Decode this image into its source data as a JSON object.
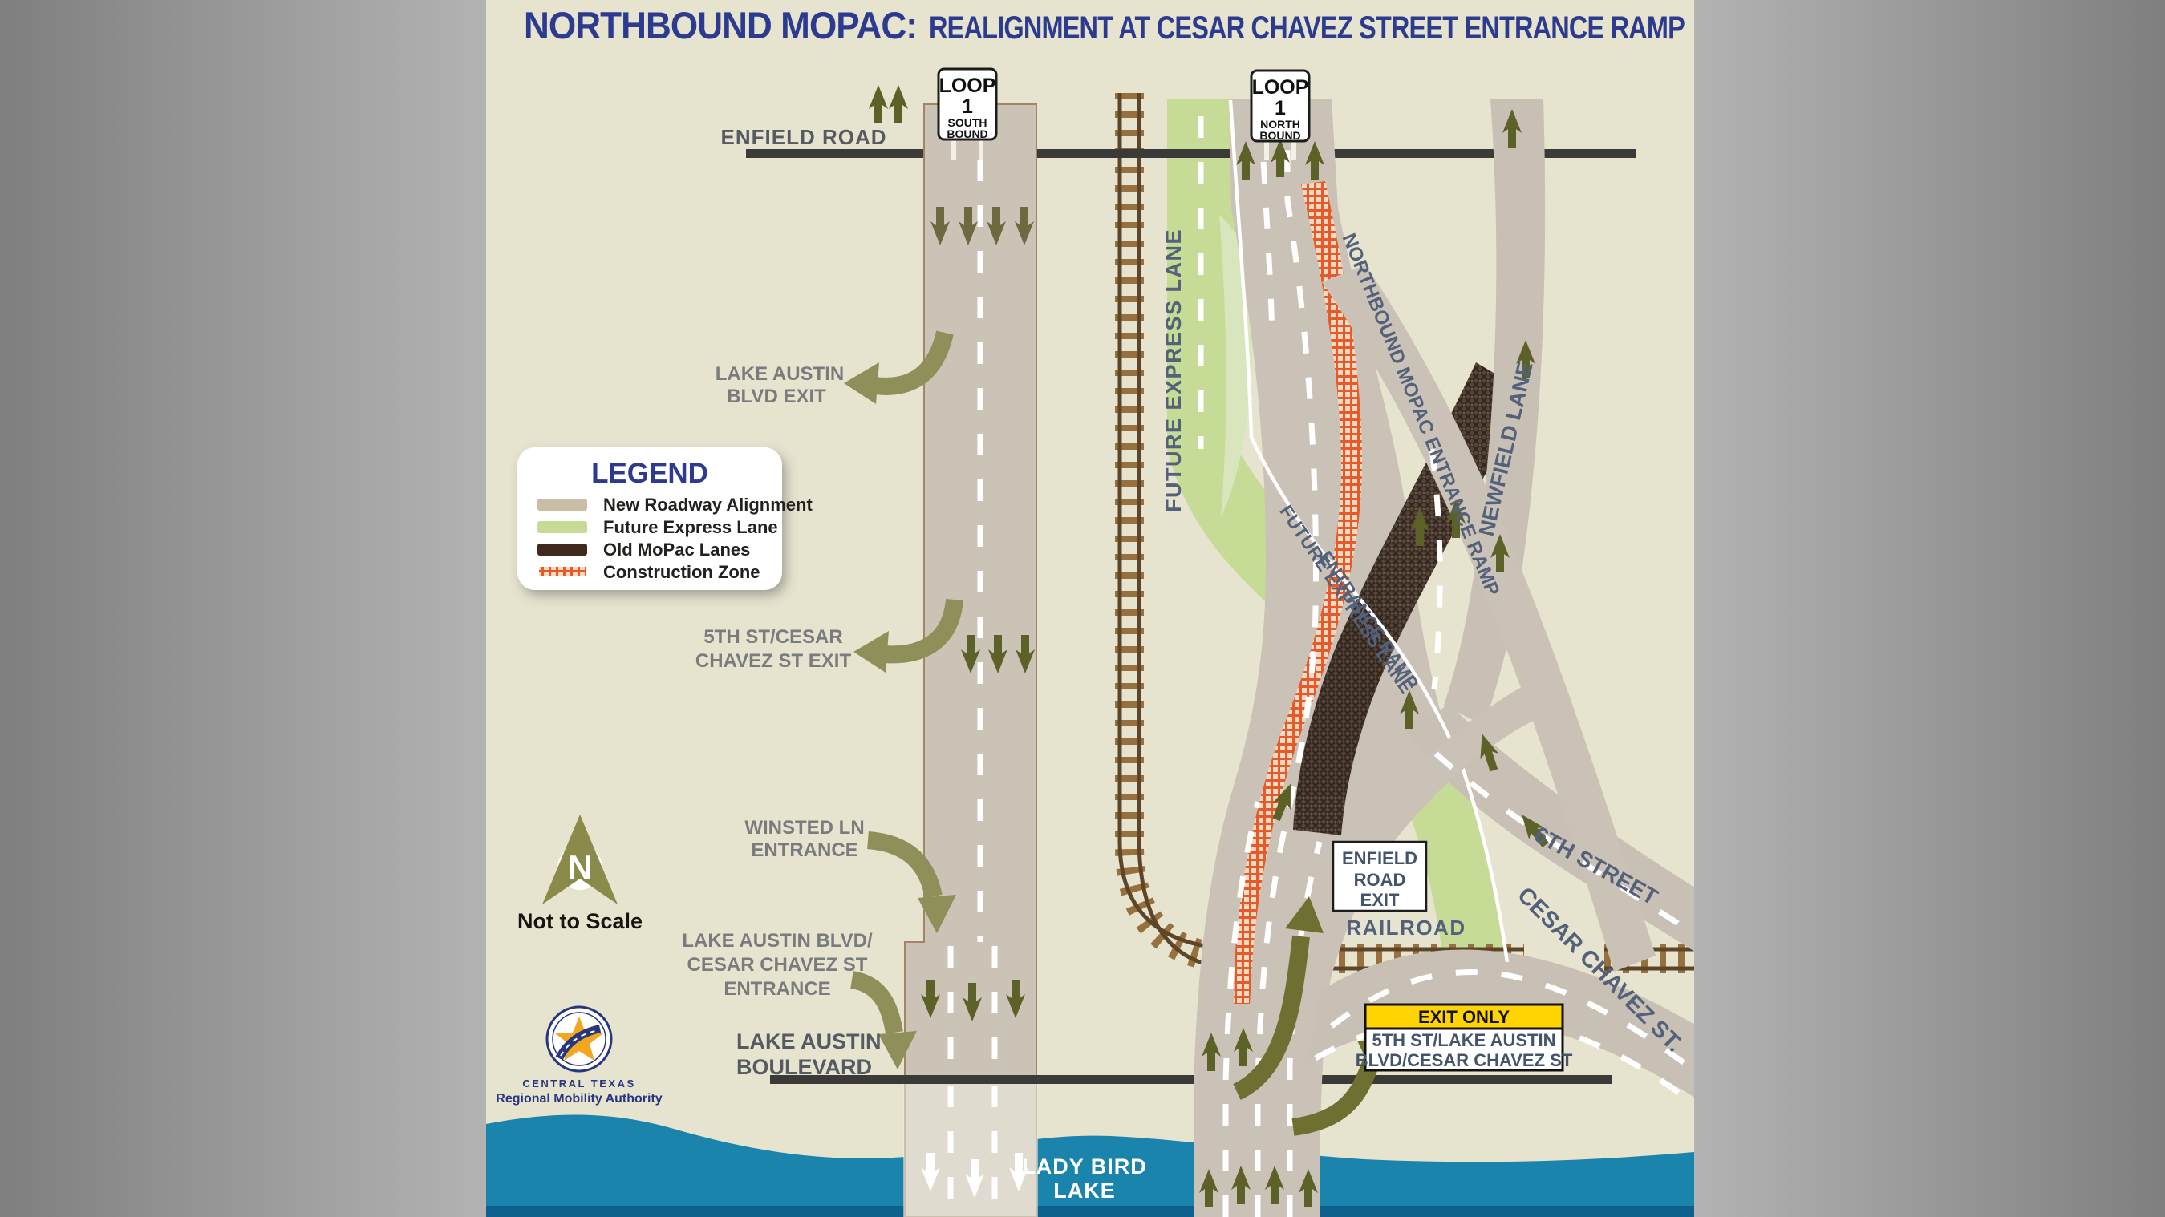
{
  "title": {
    "strong": "NORTHBOUND MOPAC:",
    "rest": "REALIGNMENT AT CESAR CHAVEZ STREET ENTRANCE RAMP"
  },
  "signs": {
    "loop_south": {
      "loop": "LOOP",
      "num": "1",
      "dir1": "SOUTH",
      "dir2": "BOUND"
    },
    "loop_north": {
      "loop": "LOOP",
      "num": "1",
      "dir1": "NORTH",
      "dir2": "BOUND"
    }
  },
  "legend": {
    "title": "LEGEND",
    "items": [
      {
        "label": "New Roadway Alignment"
      },
      {
        "label": "Future Express Lane"
      },
      {
        "label": "Old MoPac Lanes"
      },
      {
        "label": "Construction Zone"
      }
    ]
  },
  "labels": {
    "enfield_road": "ENFIELD ROAD",
    "future_express_lane": "FUTURE EXPRESS LANE",
    "lake_austin_exit": [
      "LAKE AUSTIN",
      "BLVD EXIT"
    ],
    "fifth_exit": [
      "5TH ST/CESAR",
      "CHAVEZ ST EXIT"
    ],
    "winsted": [
      "WINSTED LN",
      "ENTRANCE"
    ],
    "lake_austin_entrance": [
      "LAKE AUSTIN BLVD/",
      "CESAR CHAVEZ ST",
      "ENTRANCE"
    ],
    "lake_austin_blvd": [
      "LAKE AUSTIN",
      "BOULEVARD"
    ],
    "lady_bird": [
      "LADY BIRD",
      "LAKE"
    ],
    "railroad": "RAILROAD",
    "enfield_exit_box": [
      "ENFIELD",
      "ROAD",
      "EXIT"
    ],
    "exit_only": {
      "header": "EXIT ONLY",
      "lines": [
        "5TH ST/LAKE AUSTIN",
        "BLVD/CESAR CHAVEZ ST"
      ]
    },
    "nb_ramp": "NORTHBOUND MOPAC ENTRANCE RAMP",
    "fel_ramp": [
      "FUTURE EXPRESS LANE",
      "ENTRANCE RAMP"
    ],
    "newfield": "NEWFIELD LANE",
    "sixth": "6TH STREET",
    "cesar": "CESAR CHAVEZ ST.",
    "north_letter": "N",
    "not_to_scale": "Not to Scale",
    "logo": [
      "CENTRAL TEXAS",
      "Regional Mobility Authority"
    ]
  },
  "colors": {
    "navy_title": "#2c3b8f",
    "background_beige": "#e6e3ce",
    "road_tan": "#cbc2b7",
    "express_green": "#c6db96",
    "old_mopac_brown": "#4e3e34",
    "construction_orange": "#e55a28",
    "railroad_brown": "#96713f",
    "water_blue": "#1b84ad",
    "exit_only_yellow": "#ffd400",
    "arrow_olive": "#5c6128",
    "big_arrow_olive": "#8f9059"
  }
}
